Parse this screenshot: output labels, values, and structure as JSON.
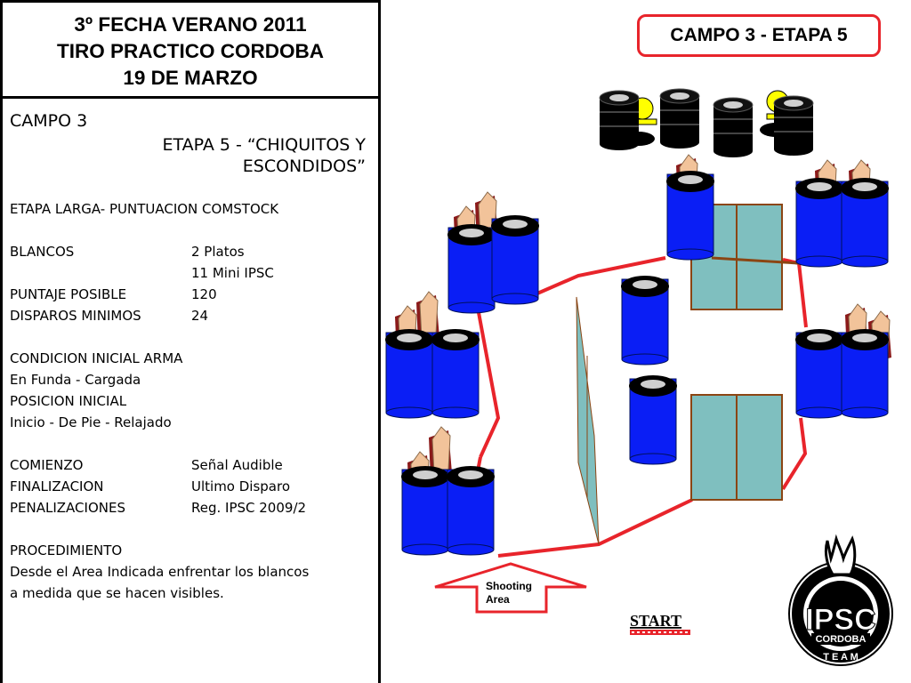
{
  "header": {
    "line1": "3º FECHA VERANO 2011",
    "line2": "TIRO PRACTICO CORDOBA",
    "line3": "19 DE MARZO"
  },
  "details": {
    "campo": "CAMPO 3",
    "etapa_line1": "ETAPA 5 - “CHIQUITOS Y",
    "etapa_line2": "ESCONDIDOS”",
    "tipo": "ETAPA LARGA- PUNTUACION COMSTOCK",
    "blancos_label": "BLANCOS",
    "blancos_value1": "2 Platos",
    "blancos_value2": "11 Mini IPSC",
    "puntaje_label": "PUNTAJE POSIBLE",
    "puntaje_value": "120",
    "disparos_label": "DISPAROS MINIMOS",
    "disparos_value": "24",
    "condicion_title": "CONDICION INICIAL ARMA",
    "condicion_value": "En Funda - Cargada",
    "posicion_title": "POSICION INICIAL",
    "posicion_value": "Inicio - De Pie - Relajado",
    "comienzo_label": "COMIENZO",
    "comienzo_value": "Señal Audible",
    "finalizacion_label": "FINALIZACION",
    "finalizacion_value": "Ultimo Disparo",
    "penalizaciones_label": "PENALIZACIONES",
    "penalizaciones_value": "Reg. IPSC 2009/2",
    "procedimiento_title": "PROCEDIMIENTO",
    "procedimiento_line1": "Desde el Area Indicada enfrentar los blancos",
    "procedimiento_line2": "a medida que se hacen visibles."
  },
  "campo_label": "CAMPO 3 - ETAPA 5",
  "diagram": {
    "shooting_area_line1": "Shooting",
    "shooting_area_line2": "Area",
    "start": "START",
    "logo_text": "IPSC",
    "logo_sub": "CORDOBA",
    "logo_team": "T E A M"
  },
  "colors": {
    "barrel_blue": "#0a1ef5",
    "barrel_black": "#000000",
    "boundary_red": "#e8242b",
    "wall_teal": "#7fbfbf",
    "target_skin": "#f2c39a",
    "target_dark_red": "#8b1a1a",
    "popper_yellow": "#ffff00"
  }
}
